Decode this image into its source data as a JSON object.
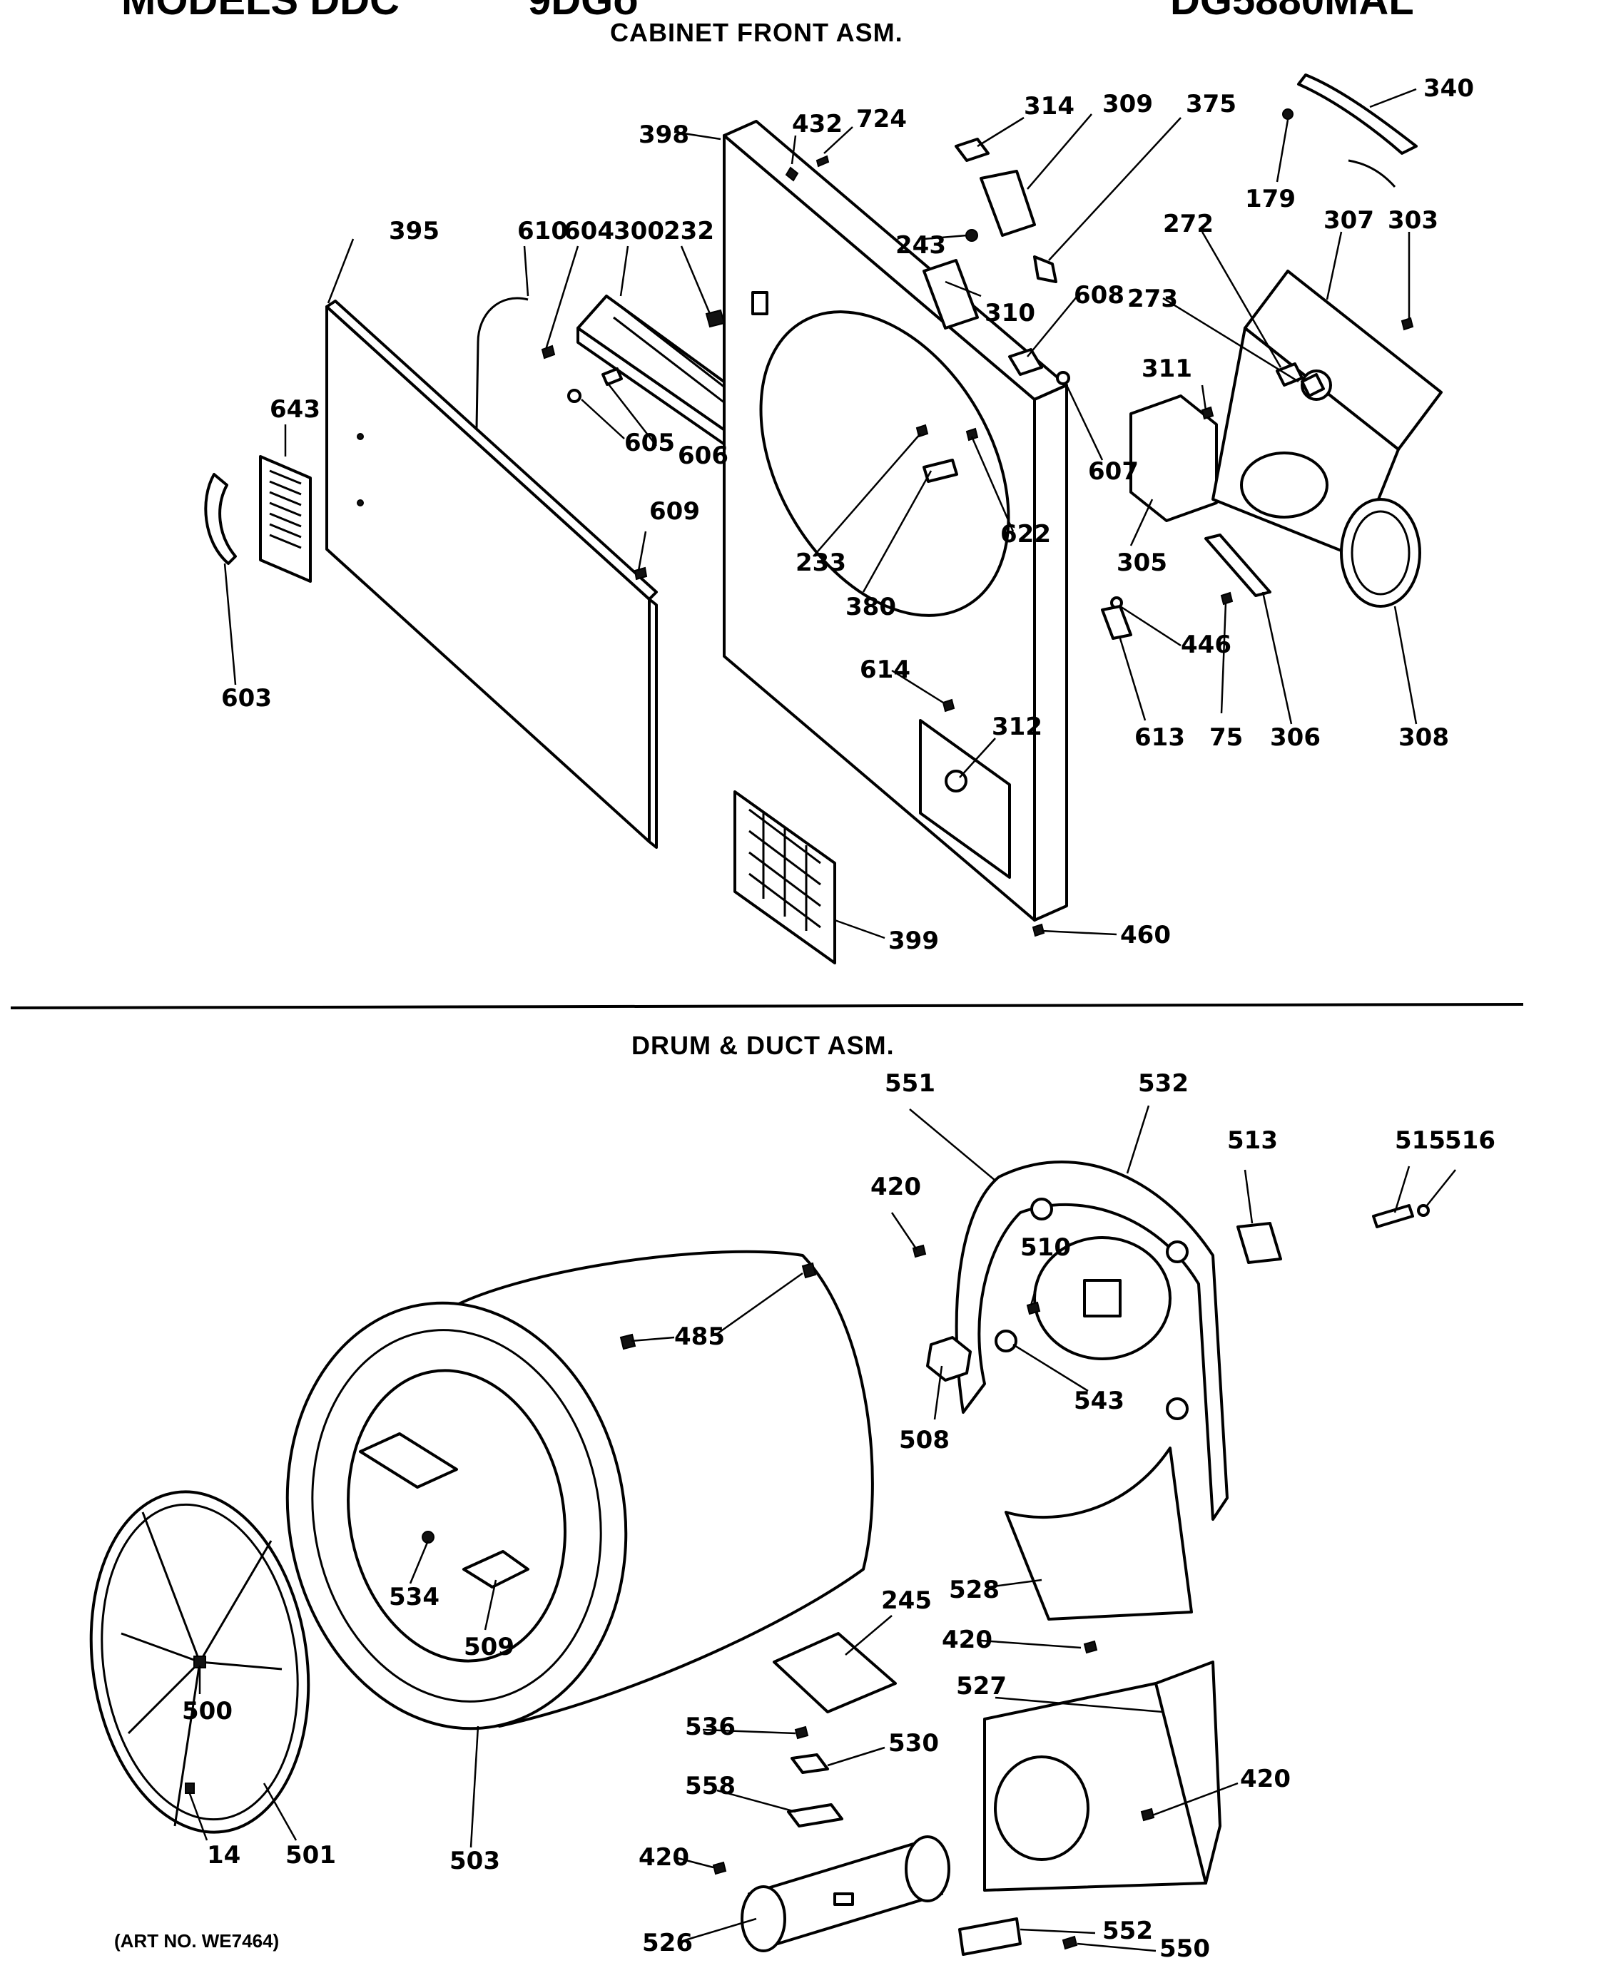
{
  "header": {
    "model_left": "MODELS DDC",
    "model_mid": "9DGo",
    "model_right": "DG5880MAL"
  },
  "sections": {
    "cabinet_front": {
      "title": "CABINET FRONT ASM."
    },
    "drum_duct": {
      "title": "DRUM & DUCT ASM."
    }
  },
  "art_number": "(ART NO. WE7464)",
  "cabinet_front_callouts": [
    "398",
    "432",
    "724",
    "314",
    "309",
    "375",
    "340",
    "179",
    "395",
    "610",
    "604",
    "300",
    "232",
    "243",
    "310",
    "608",
    "273",
    "272",
    "307",
    "303",
    "643",
    "605",
    "606",
    "311",
    "607",
    "233",
    "622",
    "380",
    "609",
    "305",
    "603",
    "614",
    "312",
    "446",
    "613",
    "75",
    "306",
    "308",
    "399",
    "460"
  ],
  "drum_duct_callouts": [
    "551",
    "532",
    "513",
    "515",
    "516",
    "420",
    "510",
    "485",
    "543",
    "508",
    "528",
    "245",
    "420",
    "527",
    "420",
    "534",
    "509",
    "500",
    "536",
    "530",
    "558",
    "14",
    "501",
    "503",
    "420",
    "526",
    "552",
    "550"
  ]
}
